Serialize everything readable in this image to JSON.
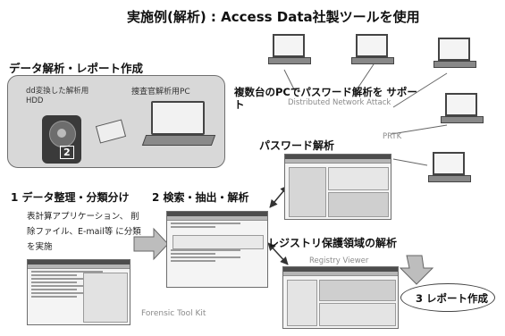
{
  "title": "実施例(解析) : Access Data社製ツールを使用",
  "left_panel": {
    "heading": "データ解析・レポート作成",
    "hdd_label": "dd変換した解析用 HDD",
    "pc_label": "捜査官解析用PC",
    "drive_number": "2"
  },
  "distributed": {
    "label_jp": "複数台のPCでパスワード解析を サポート",
    "label_en": "Distributed Network Attack",
    "prtk": "PRTK"
  },
  "password_heading": "パスワード解析",
  "steps": {
    "step1": "1 データ整理・分類分け",
    "step1_note": "表計算アプリケーション、 削除ファイル、E-mail等 に分類を実施",
    "step2": "2 検索・抽出・解析",
    "registry_heading": "レジストリ保護領域の解析",
    "registry_viewer": "Registry Viewer",
    "ftk": "Forensic Tool Kit",
    "step3": "3 レポート作成"
  },
  "colors": {
    "panel_fill": "#d8d8d8",
    "panel_border": "#6f6f6f",
    "arrow_fill": "#bdbdbd",
    "line": "#555555"
  }
}
